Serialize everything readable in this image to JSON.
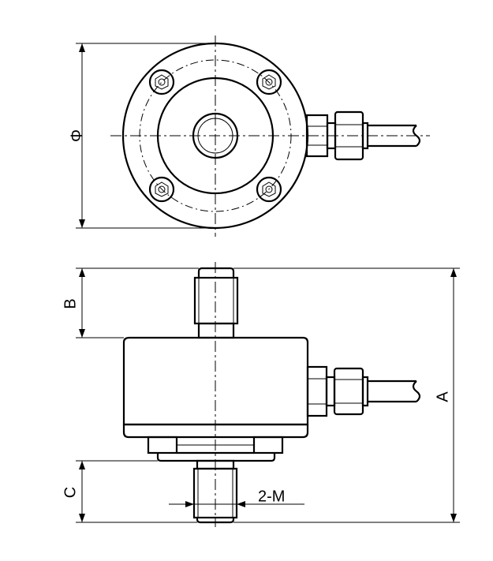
{
  "labels": {
    "diameter": "Φ",
    "a": "A",
    "b": "B",
    "c": "C",
    "thread": "2-M"
  }
}
